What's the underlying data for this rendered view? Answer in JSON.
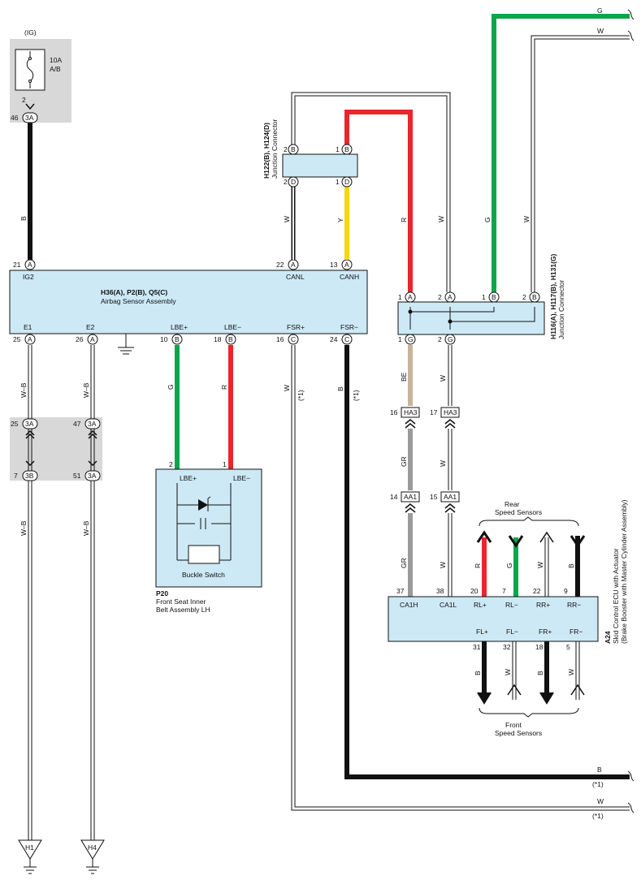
{
  "colors": {
    "black": "#111111",
    "red": "#e8262b",
    "green": "#0aa64a",
    "yellow": "#f9d606",
    "tan": "#c8b39b",
    "gray": "#9b9b9b",
    "box": "#cde9f6",
    "shade": "#d8d8d8"
  },
  "fuse": {
    "group": "(IG)",
    "rating": "10A",
    "name": "A/B",
    "pin_out": "2",
    "conn_pin": "46",
    "conn": "3A"
  },
  "airbag": {
    "title": "H36(A), P2(B), Q5(C)",
    "name": "Airbag Sensor Assembly",
    "top_pins": [
      {
        "num": "21",
        "conn": "A",
        "label": "IG2"
      },
      {
        "num": "22",
        "conn": "A",
        "label": "CANL"
      },
      {
        "num": "13",
        "conn": "A",
        "label": "CANH"
      }
    ],
    "bottom_pins": [
      {
        "num": "25",
        "conn": "A",
        "label": "E1"
      },
      {
        "num": "26",
        "conn": "A",
        "label": "E2"
      },
      {
        "num": "10",
        "conn": "B",
        "label": "LBE+"
      },
      {
        "num": "18",
        "conn": "B",
        "label": "LBE−"
      },
      {
        "num": "16",
        "conn": "C",
        "label": "FSR+"
      },
      {
        "num": "24",
        "conn": "C",
        "label": "FSR−"
      }
    ]
  },
  "jc1": {
    "title": "H122(B), H124(D)",
    "name": "Junction Connector",
    "pins": [
      {
        "num": "2",
        "conn": "B"
      },
      {
        "num": "1",
        "conn": "B"
      },
      {
        "num": "2",
        "conn": "D"
      },
      {
        "num": "1",
        "conn": "D"
      }
    ]
  },
  "jc2": {
    "title": "H116(A), H117(B), H131(G)",
    "name": "Junction Connector",
    "top_pins": [
      {
        "num": "1",
        "conn": "A"
      },
      {
        "num": "2",
        "conn": "A"
      },
      {
        "num": "1",
        "conn": "B"
      },
      {
        "num": "2",
        "conn": "B"
      }
    ],
    "bottom_pins": [
      {
        "num": "1",
        "conn": "G"
      },
      {
        "num": "2",
        "conn": "G"
      }
    ]
  },
  "wires": {
    "B": "B",
    "W": "W",
    "Y": "Y",
    "R": "R",
    "G": "G",
    "WB": "W–B",
    "BE": "BE",
    "GR": "GR",
    "note": "(*1)"
  },
  "ground_conns": [
    {
      "num": "25",
      "conn": "3A"
    },
    {
      "num": "47",
      "conn": "3A"
    },
    {
      "num": "7",
      "conn": "3B"
    },
    {
      "num": "51",
      "conn": "3A"
    }
  ],
  "grounds": [
    "H1",
    "H4"
  ],
  "ha3": [
    {
      "num": "16",
      "conn": "HA3"
    },
    {
      "num": "17",
      "conn": "HA3"
    }
  ],
  "aa1": [
    {
      "num": "14",
      "conn": "AA1"
    },
    {
      "num": "15",
      "conn": "AA1"
    }
  ],
  "p20": {
    "code": "P20",
    "name_line1": "Front Seat Inner",
    "name_line2": "Belt Assembly LH",
    "pin_left_num": "2",
    "pin_left": "LBE+",
    "pin_right_num": "1",
    "pin_right": "LBE−",
    "switch": "Buckle Switch"
  },
  "skid": {
    "code": "A24",
    "name_line1": "Skid Control ECU with Actuator",
    "name_line2": "(Brake Booster with Master Cylinder Assembly)",
    "top_pins": [
      {
        "num": "37",
        "label": "CA1H"
      },
      {
        "num": "38",
        "label": "CA1L"
      },
      {
        "num": "20",
        "label": "RL+"
      },
      {
        "num": "7",
        "label": "RL−"
      },
      {
        "num": "22",
        "label": "RR+"
      },
      {
        "num": "9",
        "label": "RR−"
      }
    ],
    "bottom_pins": [
      {
        "num": "31",
        "label": "FL+"
      },
      {
        "num": "32",
        "label": "FL−"
      },
      {
        "num": "18",
        "label": "FR+"
      },
      {
        "num": "5",
        "label": "FR−"
      }
    ]
  },
  "rear_sensors": {
    "line1": "Rear",
    "line2": "Speed Sensors"
  },
  "front_sensors": {
    "line1": "Front",
    "line2": "Speed Sensors"
  }
}
